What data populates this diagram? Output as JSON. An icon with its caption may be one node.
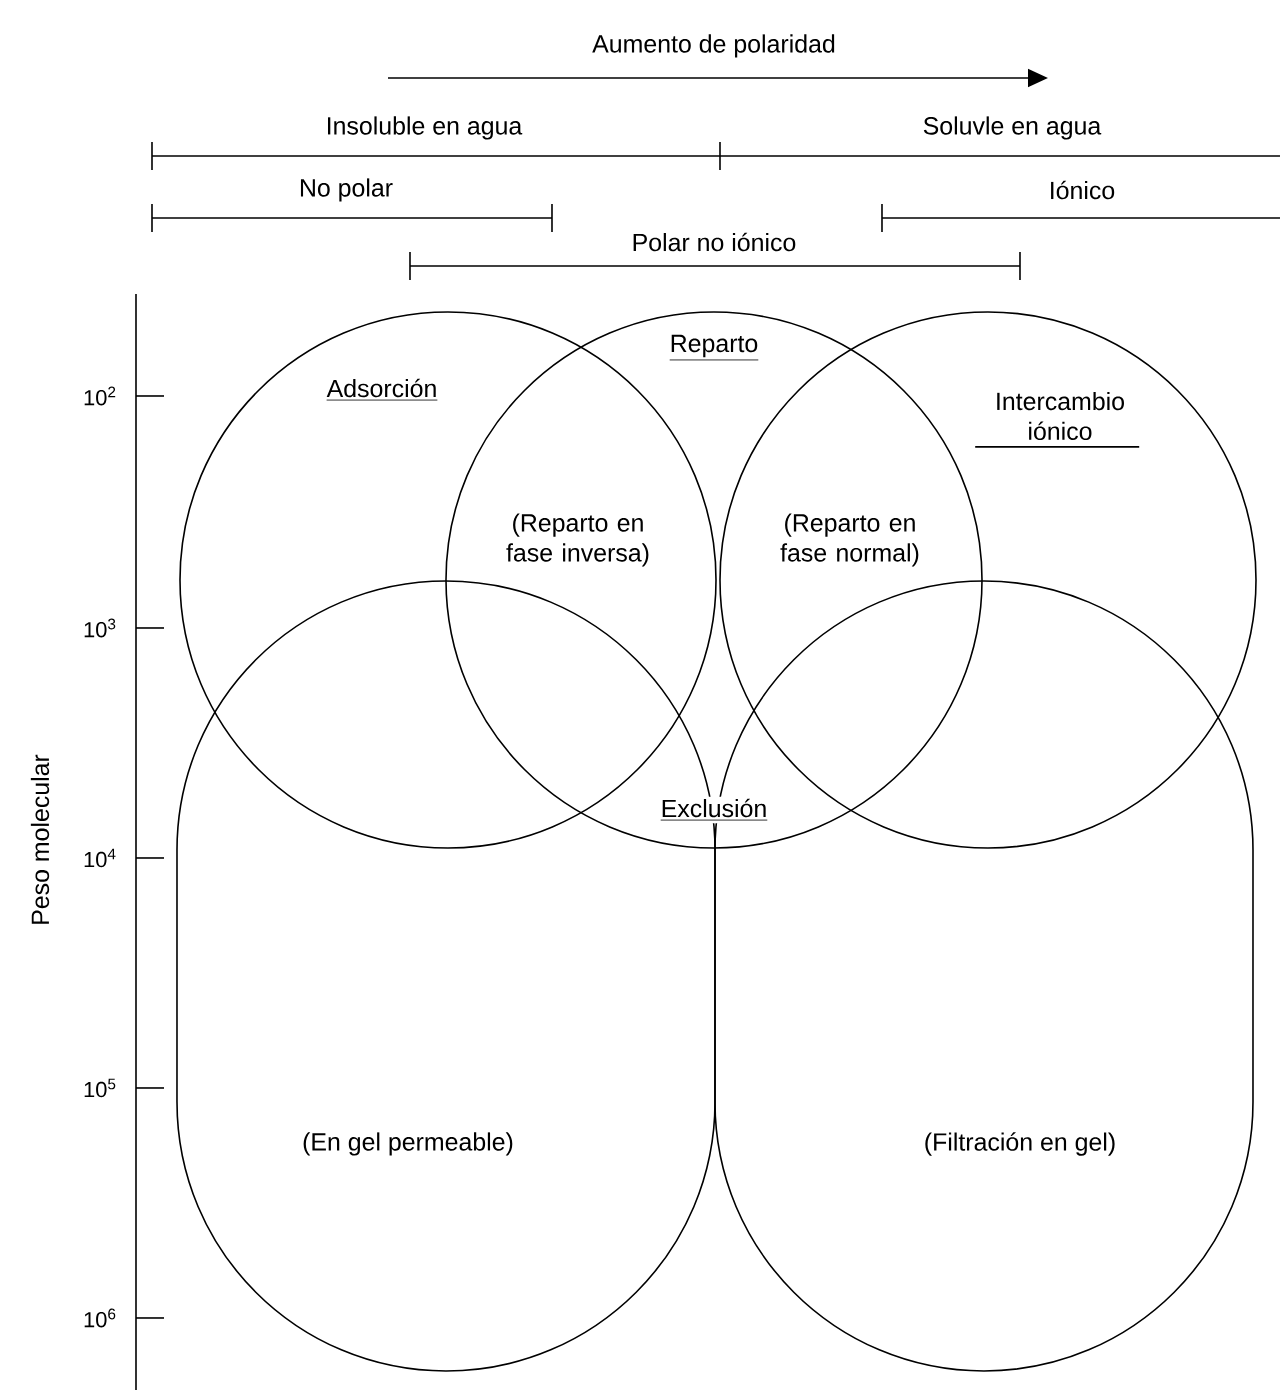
{
  "diagram": {
    "nodes": [
      {
        "text": [
          "Adsorción"
        ]
      },
      {
        "text": [
          "Reparto"
        ]
      },
      {
        "text": [
          "Intercambio iónico"
        ]
      },
      {
        "text": [
          "(En gel permeable)"
        ]
      },
      {
        "text": [
          "(Filtración en gel)"
        ]
      }
    ],
    "labels": [
      "Aumento de polaridad",
      "Insoluble en agua",
      "Soluvle en agua",
      "No polar",
      "Iónico",
      "Polar no iónico",
      "Peso molecular",
      "10$^{2}$",
      "10$^{3}$",
      "10$^{4}$",
      "10$^{5}$",
      "10$^{6}$",
      "(Reparto en fase inversa)",
      "(Reparto en fase normal)",
      "Exclusión"
    ]
  }
}
